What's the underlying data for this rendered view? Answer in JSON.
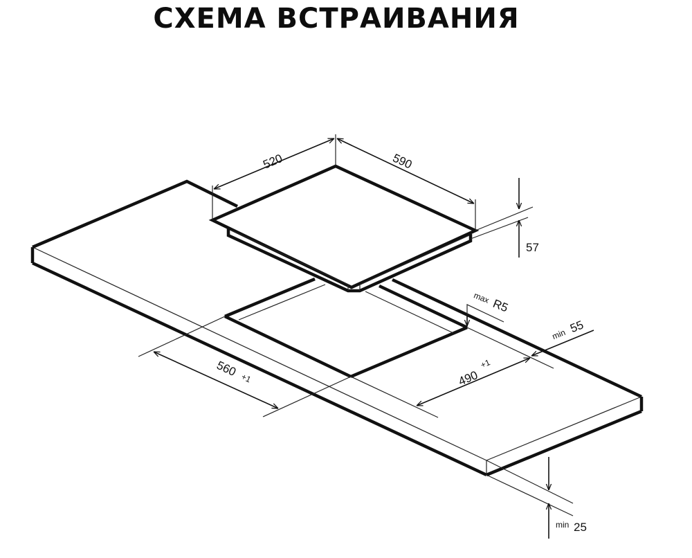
{
  "title": "СХЕМА ВСТРАИВАНИЯ",
  "dimensions": {
    "hob_depth": "520",
    "hob_width": "590",
    "hob_height": "57",
    "cutout_width": "560",
    "cutout_width_tol": "+1",
    "cutout_depth": "490",
    "cutout_depth_tol": "+1",
    "corner_radius_prefix": "max",
    "corner_radius": "R5",
    "edge_distance_prefix": "min",
    "edge_distance": "55",
    "worktop_thickness_prefix": "min",
    "worktop_thickness": "25"
  },
  "colors": {
    "line": "#111111",
    "background": "#ffffff"
  }
}
